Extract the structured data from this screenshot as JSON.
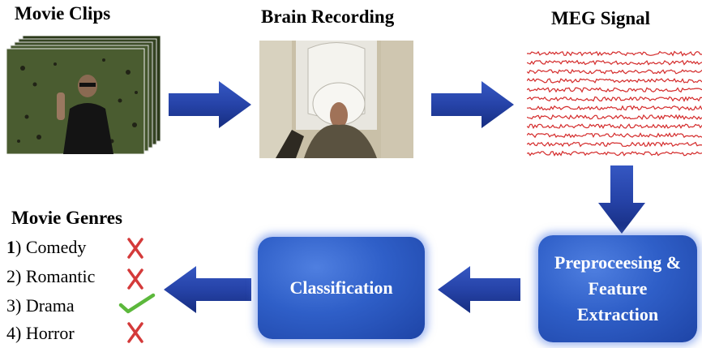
{
  "stages": {
    "movie_clips": "Movie Clips",
    "brain_recording": "Brain Recording",
    "meg_signal": "MEG Signal",
    "genres_title": "Movie Genres",
    "preprocessing": "Preproceesing &\nFeature\nExtraction",
    "classification": "Classification"
  },
  "genres": [
    {
      "num": "1",
      "label": ") Comedy",
      "mark": "cross"
    },
    {
      "num": "2",
      "label": ") Romantic",
      "mark": "cross"
    },
    {
      "num": "3",
      "label": ") Drama",
      "mark": "check"
    },
    {
      "num": "4",
      "label": ") Horror",
      "mark": "cross"
    }
  ],
  "colors": {
    "arrow": "#1f3fa8",
    "box": "#2f5fc8",
    "meg_trace": "#d42a2a",
    "cross": "#d43a3a",
    "check": "#5cb83c"
  },
  "icons": {
    "flow_arrows": "block-arrow-icon",
    "cross": "cross-icon",
    "check": "checkmark-icon"
  }
}
